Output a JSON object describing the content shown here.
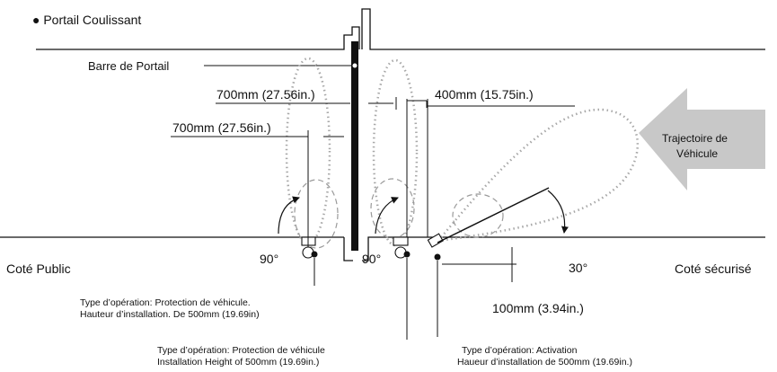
{
  "title": "● Portail Coulissant",
  "labels": {
    "gate_bar": "Barre de Portail",
    "dim_700_upper": "700mm (27.56in.)",
    "dim_700_lower": "700mm (27.56in.)",
    "dim_400": "400mm (15.75in.)",
    "dim_100": "100mm (3.94in.)",
    "angle_90_left": "90°",
    "angle_90_right": "90°",
    "angle_30": "30°",
    "public_side": "Coté Public",
    "secure_side": "Coté sécurisé",
    "trajectory_line1": "Trajectoire de",
    "trajectory_line2": "Véhicule"
  },
  "notes": {
    "left_line1": "Type d’opération: Protection de véhicule.",
    "left_line2": "Hauteur d’installation. De 500mm (19.69in)",
    "middle_line1": "Type d’opération: Protection de véhicule",
    "middle_line2": "Installation Height of 500mm (19.69in.)",
    "right_line1": "Type d’opération: Activation",
    "right_line2": "Haueur d’installation de 500mm (19.69in.)"
  },
  "colors": {
    "line": "#111111",
    "dotted_loop": "#a8a8a8",
    "dashed_loop": "#9a9a9a",
    "arrow_fill": "#c8c8c8"
  }
}
